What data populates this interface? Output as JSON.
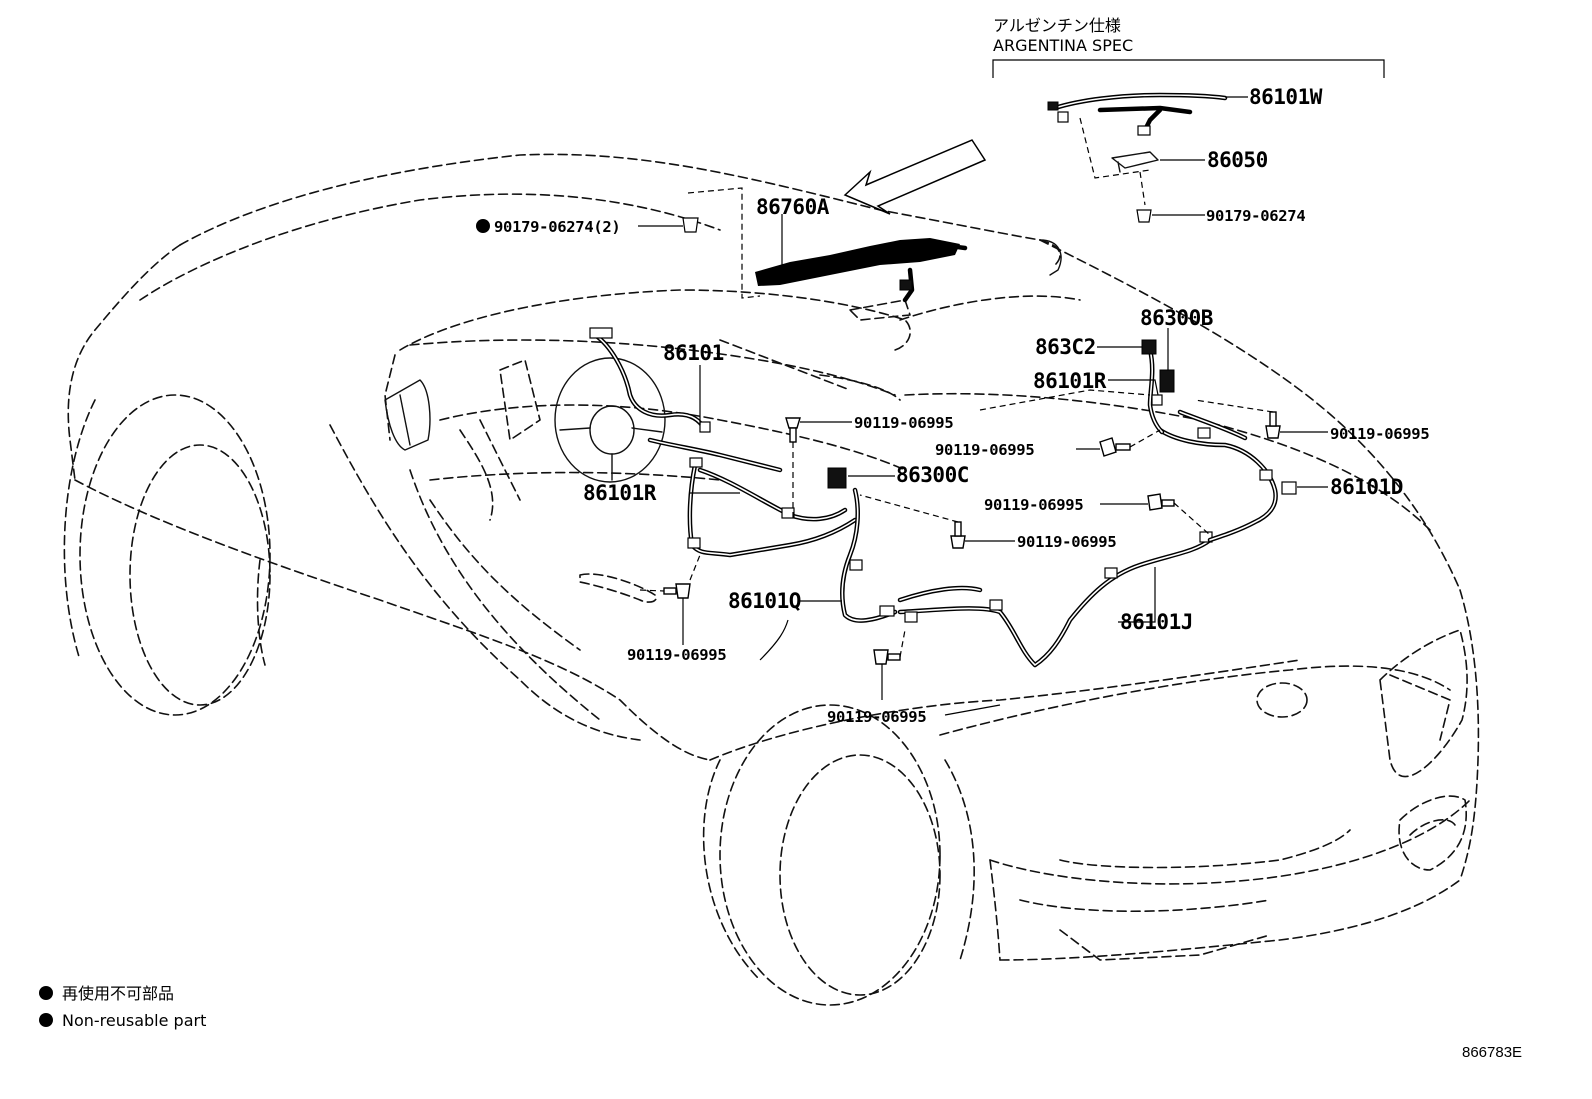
{
  "spec": {
    "title_jp": "アルゼンチン仕様",
    "title_en": "ARGENTINA SPEC"
  },
  "parts": {
    "p86101W": "86101W",
    "p86050": "86050",
    "p90179_06274_spec": "90179-06274",
    "p86760A": "86760A",
    "p90179_06274_2": "90179-06274(2)",
    "p86101": "86101",
    "p86300B": "86300B",
    "p863C2": "863C2",
    "p86101R_right": "86101R",
    "p90119_06995_a": "90119-06995",
    "p90119_06995_b": "90119-06995",
    "p90119_06995_c": "90119-06995",
    "p86300C": "86300C",
    "p86101D": "86101D",
    "p86101R_left": "86101R",
    "p90119_06995_d": "90119-06995",
    "p90119_06995_e": "90119-06995",
    "p86101Q": "86101Q",
    "p86101J": "86101J",
    "p90119_06995_f": "90119-06995",
    "p90119_06995_g": "90119-06995"
  },
  "legend": {
    "item_jp": "再使用不可部品",
    "item_en": "Non-reusable part"
  },
  "diagram_id": "866783E"
}
